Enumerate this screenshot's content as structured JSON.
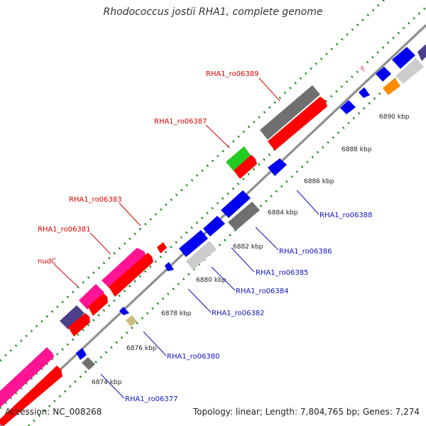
{
  "title": "Rhodococcus jostii RHA1, complete genome",
  "footer": {
    "accession": "Accession: NC_008268",
    "summary": "Topology: linear; Length: 7,804,765 bp; Genes: 7,274"
  },
  "ticks": [
    {
      "label": "6874 kbp"
    },
    {
      "label": "6876 kbp"
    },
    {
      "label": "6878 kbp"
    },
    {
      "label": "6880 kbp"
    },
    {
      "label": "6882 kbp"
    },
    {
      "label": "6884 kbp"
    },
    {
      "label": "6886 kbp"
    },
    {
      "label": "6888 kbp"
    },
    {
      "label": "6890 kbp"
    }
  ],
  "gene_labels_top": [
    {
      "label": "RHA1_ro06389",
      "color": "#e00000"
    },
    {
      "label": "RHA1_ro06387",
      "color": "#e00000"
    },
    {
      "label": "RHA1_ro06383",
      "color": "#e00000"
    },
    {
      "label": "RHA1_ro06381",
      "color": "#e00000"
    },
    {
      "label": "nudC",
      "color": "#e00000"
    }
  ],
  "gene_labels_bottom": [
    {
      "label": "RHA1_ro06388",
      "color": "#1010c0"
    },
    {
      "label": "RHA1_ro06386",
      "color": "#1010c0"
    },
    {
      "label": "RHA1_ro06385",
      "color": "#1010c0"
    },
    {
      "label": "RHA1_ro06384",
      "color": "#1010c0"
    },
    {
      "label": "RHA1_ro06382",
      "color": "#1010c0"
    },
    {
      "label": "RHA1_ro06380",
      "color": "#1010c0"
    },
    {
      "label": "RHA1_ro06377",
      "color": "#1010c0"
    }
  ],
  "colors": {
    "cds_red": "#ff0000",
    "cds_magenta": "#ff1493",
    "cds_blue": "#0000ee",
    "cds_gray": "#707070",
    "cds_lightgray": "#cccccc",
    "cds_green": "#22cc22",
    "cds_purple": "#4b3f8a",
    "cds_orange": "#ff8c00",
    "cds_khaki": "#c9bf7a",
    "cds_pink": "#ffaacc",
    "backbone": "#8c8c8c",
    "dots": "#1a8a1a"
  }
}
